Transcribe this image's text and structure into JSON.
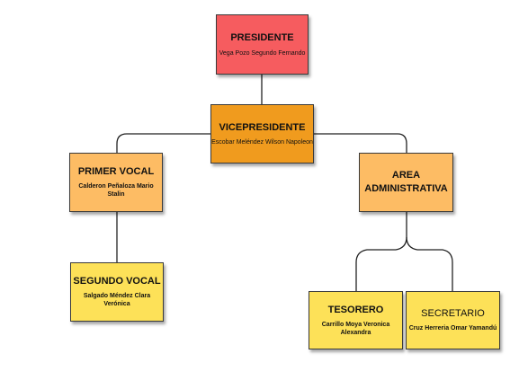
{
  "colors": {
    "presidente": "#f65c5f",
    "vicepresidente": "#f09b1e",
    "primer_vocal": "#fdbc64",
    "area": "#fdbc64",
    "segundo_vocal": "#fde158",
    "tesorero": "#fde158",
    "secretario": "#fde158",
    "connector": "#222222"
  },
  "nodes": {
    "presidente": {
      "title": "PRESIDENTE",
      "name": "Vega Pozo Segundo Fernando"
    },
    "vicepresidente": {
      "title": "VICEPRESIDENTE",
      "name": "Escobar Meléndez Wilson Napoleon"
    },
    "primer_vocal": {
      "title": "PRIMER VOCAL",
      "name": "Calderon Peñaloza Mario Stalin"
    },
    "area": {
      "title": "AREA ADMINISTRATIVA",
      "name": ""
    },
    "segundo_vocal": {
      "title": "SEGUNDO VOCAL",
      "name": "Salgado Méndez Clara Verónica"
    },
    "tesorero": {
      "title": "TESORERO",
      "name": "Carrillo Moya Veronica Alexandra"
    },
    "secretario": {
      "title": "SECRETARIO",
      "name": "Cruz Herreria Omar Yamandú"
    }
  }
}
